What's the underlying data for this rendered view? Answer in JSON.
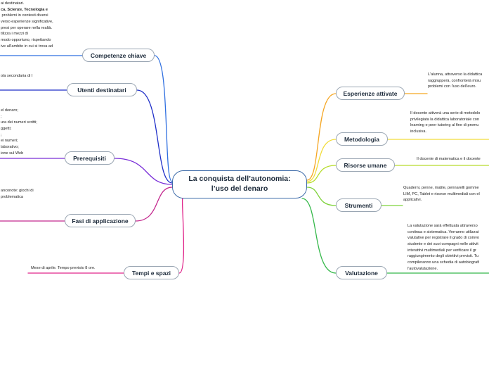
{
  "center": {
    "title": "La conquista dell’autonomia: l’uso del denaro"
  },
  "branches_left": [
    {
      "label": "Competenze chiave",
      "color": "#2f6fe0",
      "notes": [
        "ai destinatari.",
        "ca, Scienze, Tecnologia e",
        " problemi in contesti diversi",
        "verso esperienze significative,",
        "presi per operare nella realtà.",
        "tilizza i mezzi di",
        "modo opportuno, rispettando",
        "ive all'ambito in cui si trova ad"
      ]
    },
    {
      "label": "Utenti destinatari",
      "color": "#1f2fc8",
      "notes": [
        "ola secondaria di I"
      ]
    },
    {
      "label": "Prerequisiti",
      "color": "#7a2fd8",
      "notes": [
        "el denaro;",
        ";",
        "ura dei numeri scritti;",
        "ggetti;",
        ";",
        "ei numeri;",
        "laborativo;",
        "ione sul Web"
      ]
    },
    {
      "label": "Fasi di applicazione",
      "color": "#c42a8f",
      "notes": [
        "anconote: giochi di",
        "",
        "",
        "problematica"
      ]
    },
    {
      "label": "Tempi e spazi",
      "color": "#e0248a",
      "notes": [
        "Mese di aprile. Tempo previsto 8 ore."
      ]
    }
  ],
  "branches_right": [
    {
      "label": "Esperienze attivate",
      "color": "#f5a623",
      "notes": [
        "L'alunna, attraverso la didattica",
        "raggrupperà, confronterà misu",
        "problemi con l'uso dell'euro."
      ]
    },
    {
      "label": "Metodologia",
      "color": "#f2dc3a",
      "notes": [
        "Il docente attiverà una serie di metodolo",
        "privilegiata la didattica laboratoriale con",
        "learning e peer tutoring al fine di promu",
        "inclusiva."
      ]
    },
    {
      "label": "Risorse umane",
      "color": "#b6dc2a",
      "notes": [
        "Il docente di matematica e il docente"
      ]
    },
    {
      "label": "Strumenti",
      "color": "#7ed23a",
      "notes": [
        "Quaderni, penne, matite, pennarelli gomme",
        "LIM, PC, Tablet e risorse multimediali con el",
        "applicativi."
      ]
    },
    {
      "label": "Valutazione",
      "color": "#35b84a",
      "notes": [
        "La valutazione sarà effettuata attraverso",
        "continua e sistematica. Verranno utilizzat",
        "valutative per registrare il grado di coinvo",
        "studente e dei suoi compagni nelle attivit",
        "interattivi multimediali per verificare il gr",
        "raggiungimento degli obiettivi previsti. Tu",
        "compileranno una schedia di autobiografi",
        "l'autovalutazione."
      ]
    }
  ],
  "colors": {
    "center_border": "#3c6aa8",
    "node_border": "#9aa6b3"
  }
}
